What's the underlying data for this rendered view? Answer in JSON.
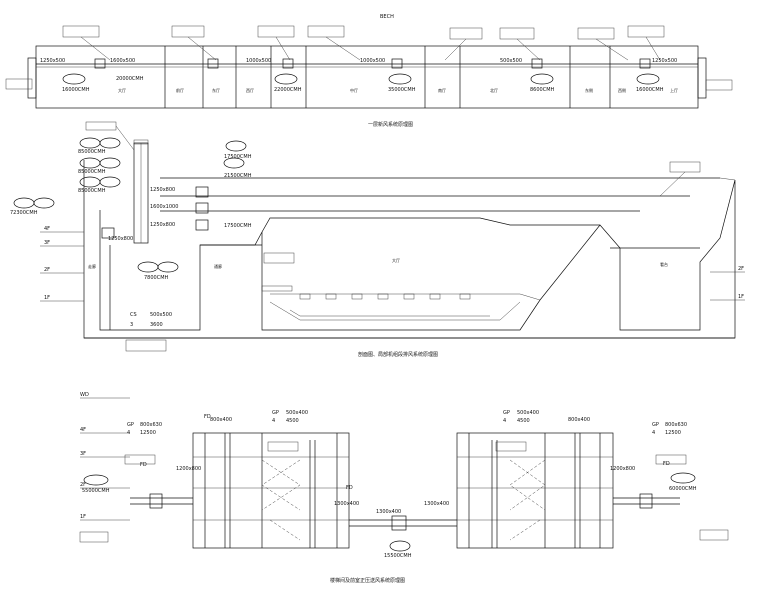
{
  "section1": {
    "caption": "一层新风系统原理图",
    "top_label": "BECH",
    "sizes": [
      "1250x500",
      "1600x500",
      "1000x500",
      "1000x500",
      "500x500",
      "1250x500"
    ],
    "flows": [
      "16000CMH",
      "20000CMH",
      "22000CMH",
      "35000CMH",
      "8600CMH",
      "16000CMH"
    ],
    "rooms": [
      "大厅",
      "前厅",
      "东厅",
      "西厅",
      "中厅",
      "南厅",
      "北厅",
      "东侧",
      "西侧",
      "上厅"
    ]
  },
  "section2": {
    "caption": "剖面图、局部机组段排风系统原理图",
    "ducts": [
      "1250x800",
      "1600x1000",
      "1250x800",
      "1250x800"
    ],
    "left_flows": [
      "85000CMH",
      "85000CMH",
      "85000CMH",
      "72300CMH"
    ],
    "right_flows": [
      "17500CMH",
      "21500CMH",
      "17500CMH"
    ],
    "bottom_flow": "7800CMH",
    "cs_label": "CS",
    "cs_size": "500x500",
    "cs_num": "3",
    "cs_flow": "3600",
    "floors": [
      "4F",
      "3F",
      "2F",
      "1F"
    ],
    "rooms": [
      "走廊",
      "通廊",
      "大厅",
      "看台"
    ],
    "right_floors": [
      "2F",
      "1F"
    ]
  },
  "section3": {
    "caption": "楼梯间及前室正压送风系统原理图",
    "floors": [
      "WD",
      "4F",
      "3F",
      "2F",
      "1F"
    ],
    "gp_left": {
      "label": "GP",
      "size": "800x630",
      "num": "4",
      "flow": "12500"
    },
    "gp_mid_left": {
      "label": "GP",
      "size": "500x400",
      "num": "4",
      "flow": "4500"
    },
    "gp_mid_right": {
      "label": "GP",
      "size": "500x400",
      "num": "4",
      "flow": "4500"
    },
    "gp_right": {
      "label": "GP",
      "size": "800x630",
      "num": "4",
      "flow": "12500"
    },
    "ducts": [
      "800x400",
      "800x400",
      "1200x800",
      "1200x800",
      "1300x400",
      "1300x400",
      "1300x400"
    ],
    "fan_flows": [
      "55000CMH",
      "15500CMH",
      "60000CMH"
    ],
    "fd_label": "FD"
  }
}
